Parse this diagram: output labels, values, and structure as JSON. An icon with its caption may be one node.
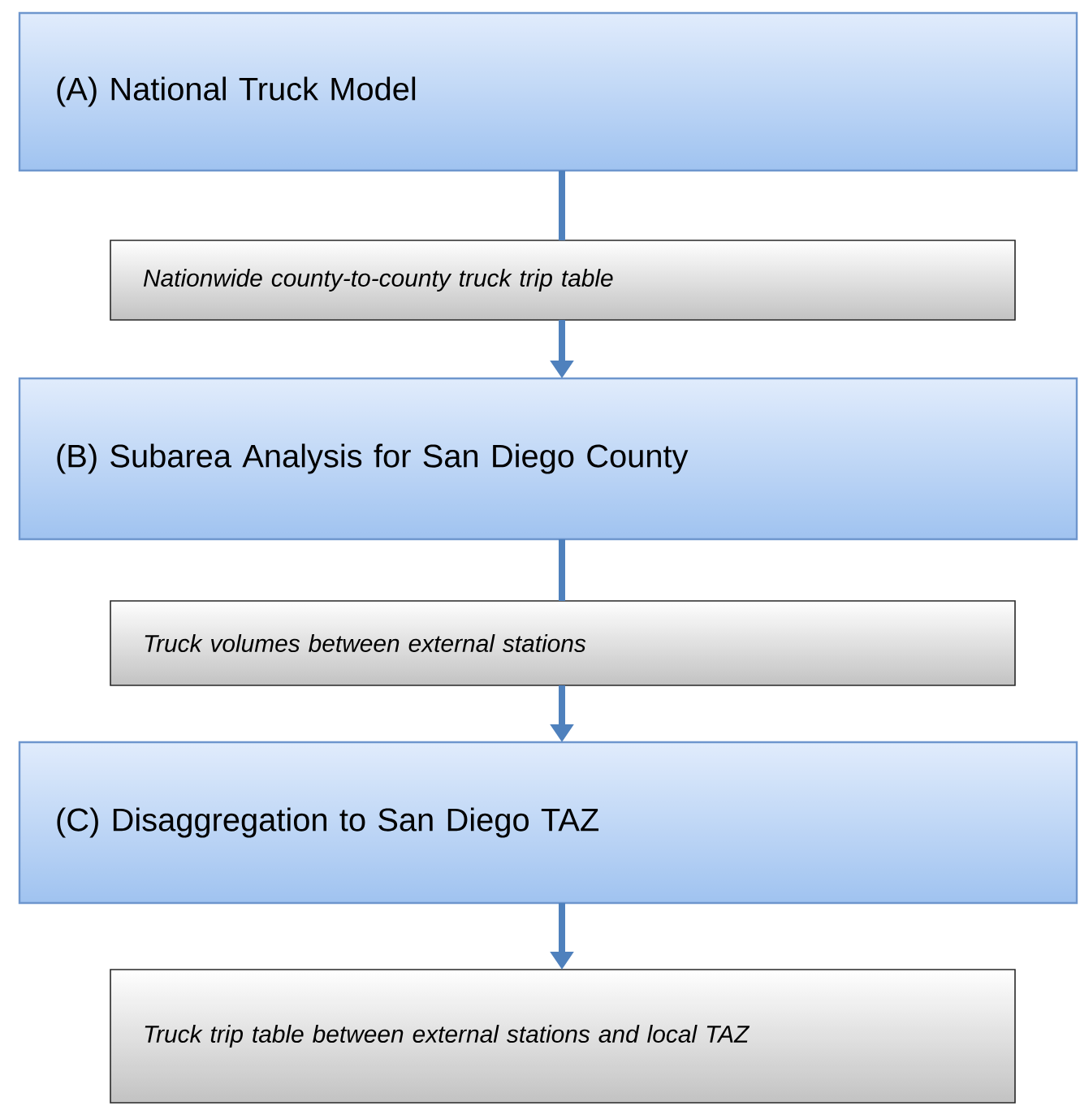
{
  "diagram": {
    "nodes": [
      {
        "text": [
          "(A) National Truck Model"
        ]
      },
      {
        "text": [
          "Nationwide county-to-county truck trip table"
        ]
      },
      {
        "text": [
          "(B) Subarea Analysis for San Diego County"
        ]
      },
      {
        "text": [
          "Truck volumes between external stations"
        ]
      },
      {
        "text": [
          "(C) Disaggregation to San Diego TAZ"
        ]
      },
      {
        "text": [
          "Truck trip table between external stations and local TAZ"
        ]
      }
    ],
    "edges": [
      {
        "from": 0,
        "to": 1,
        "arrow": "none"
      },
      {
        "from": 1,
        "to": 2,
        "arrow": "to"
      },
      {
        "from": 2,
        "to": 3,
        "arrow": "none"
      },
      {
        "from": 3,
        "to": 4,
        "arrow": "to"
      },
      {
        "from": 4,
        "to": 5,
        "arrow": "to"
      }
    ]
  }
}
